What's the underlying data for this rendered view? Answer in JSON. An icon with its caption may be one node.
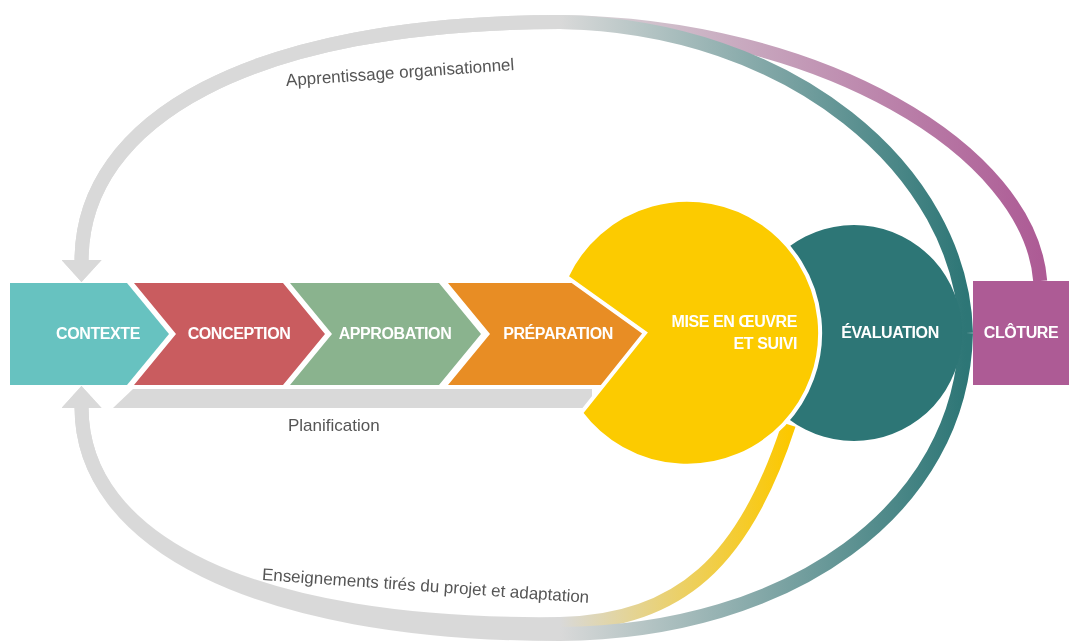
{
  "diagram": {
    "nodes": [
      {
        "text": [
          "CONTEXTE"
        ]
      },
      {
        "text": [
          "CONCEPTION"
        ]
      },
      {
        "text": [
          "APPROBATION"
        ]
      },
      {
        "text": [
          "PRÉPARATION"
        ]
      },
      {
        "text": [
          "MISE EN ŒUVRE ET SUIVI"
        ]
      },
      {
        "text": [
          "ÉVALUATION"
        ]
      },
      {
        "text": [
          "CLÔTURE"
        ]
      },
      {
        "text": [
          "Planification"
        ]
      }
    ],
    "edges": [
      {
        "from": 6,
        "to": 0,
        "arrow": "to",
        "label": "Apprentissage organisationnel",
        "color": "#ad5b95"
      },
      {
        "from": 5,
        "to": 0,
        "arrow": "to",
        "color": "#2d7676"
      },
      {
        "from": 4,
        "to": 0,
        "arrow": "to",
        "label": "Enseignements tirés du projet et adaptation",
        "color": "#fcc800"
      },
      {
        "from": 5,
        "to": 0,
        "arrow": "to",
        "color": "#2d7676"
      }
    ]
  }
}
